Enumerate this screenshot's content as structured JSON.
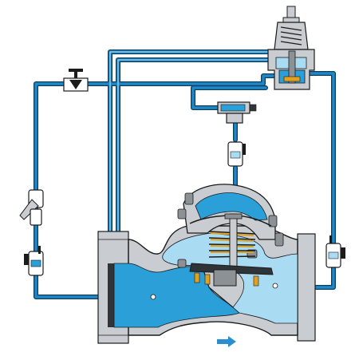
{
  "diagram": {
    "kind": "pilot-operated control valve schematic",
    "flow_direction": "left-to-right",
    "colors": {
      "upstream_water": "#2a9fd8",
      "downstream_water": "#a9dbf2",
      "tubing_fill": "#1e88c9",
      "tubing_edge": "#0d3d5c",
      "metal_body": "#c9ccd0",
      "metal_dark": "#8c9196",
      "outline": "#1b1b1b",
      "brass": "#e0a020",
      "arrow": "#2a8fd0"
    },
    "components": [
      "main-valve-body",
      "diaphragm-bonnet",
      "pressure-reducing-pilot",
      "needle-valve",
      "y-strainer",
      "ball-valve-upstream",
      "ball-valve-downstream",
      "ball-valve-control",
      "t-fitting-control",
      "flow-arrow"
    ]
  }
}
